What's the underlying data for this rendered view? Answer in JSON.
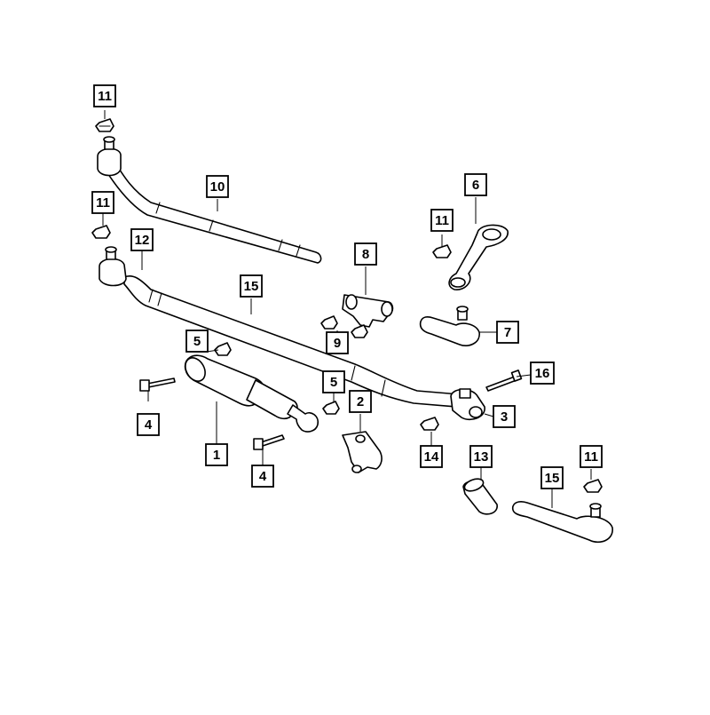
{
  "diagram": {
    "callouts": [
      {
        "id": "c11a",
        "label": "11"
      },
      {
        "id": "c10",
        "label": "10"
      },
      {
        "id": "c11b",
        "label": "11"
      },
      {
        "id": "c12",
        "label": "12"
      },
      {
        "id": "c6",
        "label": "6"
      },
      {
        "id": "c11c",
        "label": "11"
      },
      {
        "id": "c8",
        "label": "8"
      },
      {
        "id": "c15a",
        "label": "15"
      },
      {
        "id": "c7",
        "label": "7"
      },
      {
        "id": "c9",
        "label": "9"
      },
      {
        "id": "c5a",
        "label": "5"
      },
      {
        "id": "c16",
        "label": "16"
      },
      {
        "id": "c5b",
        "label": "5"
      },
      {
        "id": "c4a",
        "label": "4"
      },
      {
        "id": "c2",
        "label": "2"
      },
      {
        "id": "c3",
        "label": "3"
      },
      {
        "id": "c1",
        "label": "1"
      },
      {
        "id": "c14",
        "label": "14"
      },
      {
        "id": "c13",
        "label": "13"
      },
      {
        "id": "c11d",
        "label": "11"
      },
      {
        "id": "c4b",
        "label": "4"
      },
      {
        "id": "c15b",
        "label": "15"
      }
    ]
  }
}
